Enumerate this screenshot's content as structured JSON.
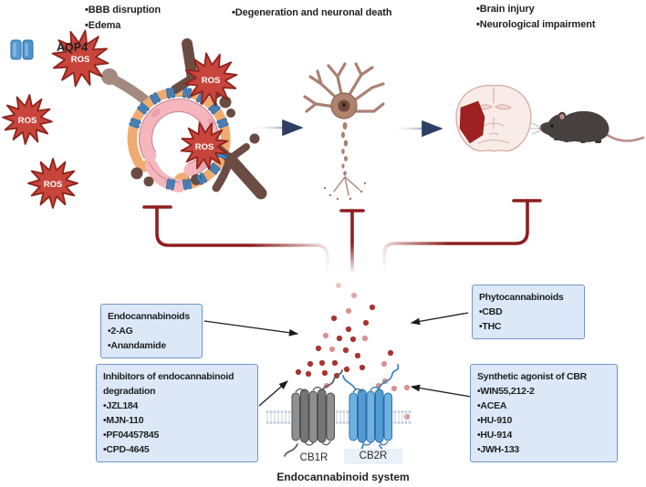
{
  "legend": {
    "aqp4_label": "AQP4"
  },
  "ros_label": "ROS",
  "top": {
    "left_lines": [
      "•BBB disruption",
      "•Edema"
    ],
    "center_line": "•Degeneration and neuronal death",
    "right_lines": [
      "•Brain injury",
      "•Neurological impairment"
    ]
  },
  "boxes": {
    "endocannabinoids": {
      "title": "Endocannabinoids",
      "items": [
        "•2-AG",
        "•Anandamide"
      ]
    },
    "inhibitors": {
      "title_lines": [
        "Inhibitors of endocannabinoid",
        "degradation"
      ],
      "items": [
        "•JZL184",
        "•MJN-110",
        "•PF04457845",
        "•CPD-4645"
      ]
    },
    "phytocannabinoids": {
      "title": "Phytocannabinoids",
      "items": [
        "•CBD",
        "•THC"
      ]
    },
    "synthetic": {
      "title": "Synthetic agonist of CBR",
      "items": [
        "•WIN55,212-2",
        "•ACEA",
        "•HU-910",
        "•HU-914",
        "•JWH-133"
      ]
    }
  },
  "receptors": {
    "cb1r": "CB1R",
    "cb2r": "CB2R"
  },
  "footer": {
    "system_label": "Endocannabinoid system"
  },
  "colors": {
    "accent_red": "#8e1f1f",
    "arrow_blue": "#2e3f66",
    "box_fill": "#dce8f8",
    "box_border": "#7096c8",
    "ros_red": "#c8453c",
    "ros_outline": "#8e241d",
    "cb1r_gray": "#8a8a8a",
    "cb2r_blue": "#62a8dc",
    "dot_dark": "#a83430",
    "dot_light": "#d89390",
    "vessel_pink": "#f6b6be",
    "endfeet_orange": "#f0ab70",
    "astro_brown": "#6b4c42",
    "aqp4_blue": "#3f86c8",
    "lesion_red": "#9e2020",
    "text_dark": "#1f1f1f"
  }
}
